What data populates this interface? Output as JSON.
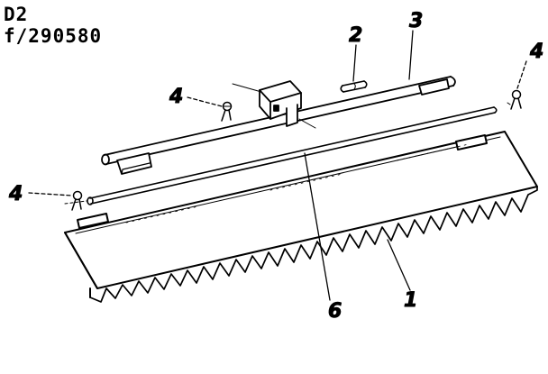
{
  "header": {
    "model": "D2",
    "part_ref": "f/290580"
  },
  "callouts": {
    "c1": "1",
    "c2": "2",
    "c3": "3",
    "c4a": "4",
    "c4b": "4",
    "c4c": "4",
    "c6": "6"
  },
  "colors": {
    "ink": "#000000",
    "paper": "#ffffff"
  }
}
